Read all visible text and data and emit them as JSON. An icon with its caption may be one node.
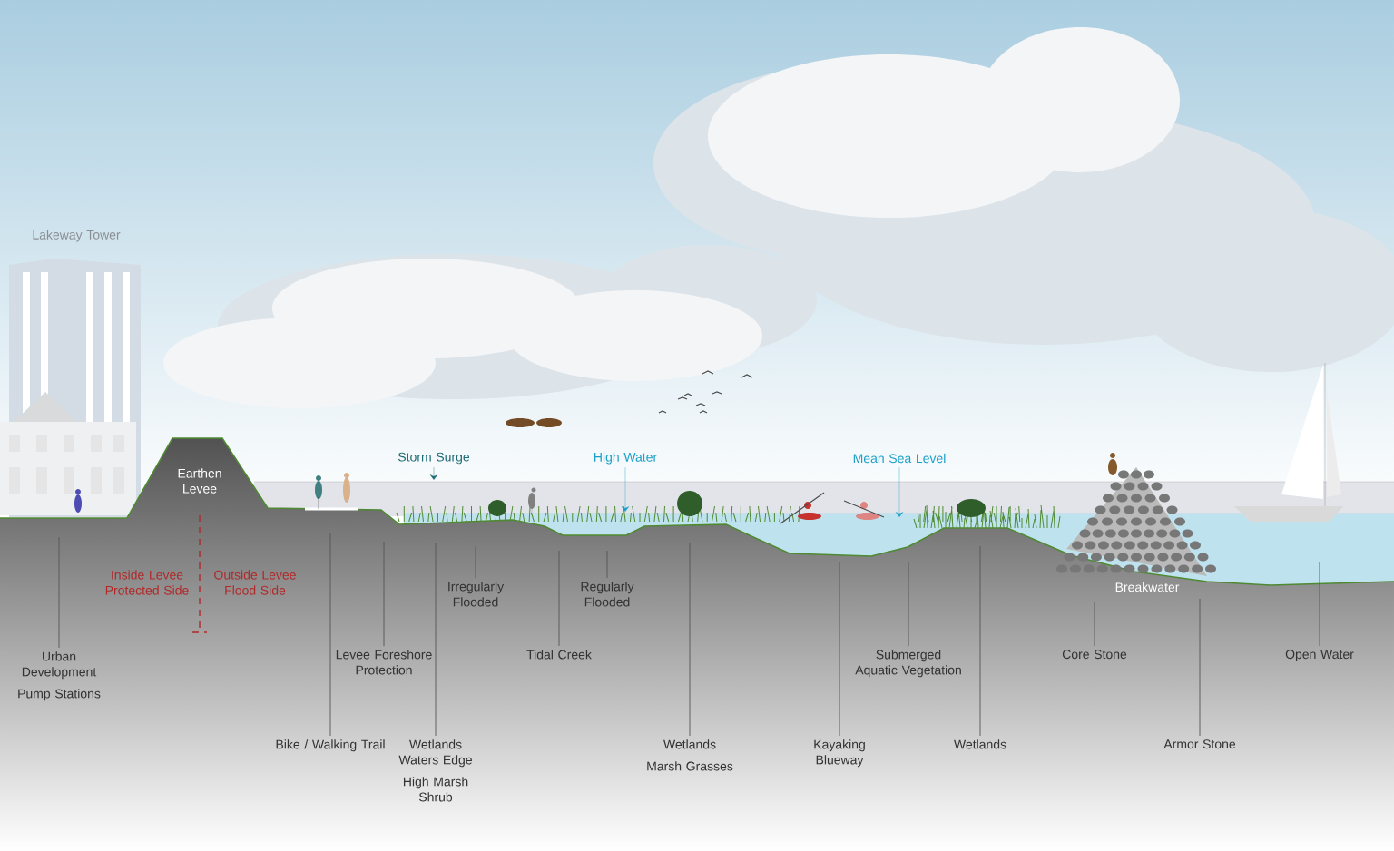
{
  "diagram": {
    "nodes": [
      {
        "text": [
          "Urban Development",
          "Pump Stations"
        ]
      },
      {
        "text": [
          "Bike / Walking Trail"
        ]
      },
      {
        "text": [
          "Levee Foreshore Protection"
        ]
      },
      {
        "text": [
          "Wetlands Waters Edge",
          "High Marsh Shrub"
        ]
      },
      {
        "text": [
          "Irregularly Flooded"
        ]
      },
      {
        "text": [
          "Tidal Creek"
        ]
      },
      {
        "text": [
          "Regularly Flooded"
        ]
      },
      {
        "text": [
          "Wetlands",
          "Marsh Grasses"
        ]
      },
      {
        "text": [
          "Kayaking Blueway"
        ]
      },
      {
        "text": [
          "Submerged Aquatic Vegetation"
        ]
      },
      {
        "text": [
          "Wetlands"
        ]
      },
      {
        "text": [
          "Core Stone"
        ]
      },
      {
        "text": [
          "Armor Stone"
        ]
      },
      {
        "text": [
          "Open Water"
        ]
      }
    ],
    "edges": [
      {
        "from": 0,
        "to": null,
        "arrow": "none"
      },
      {
        "from": 1,
        "to": null,
        "arrow": "none"
      },
      {
        "from": 2,
        "to": null,
        "arrow": "none"
      },
      {
        "from": 3,
        "to": null,
        "arrow": "none"
      },
      {
        "from": 4,
        "to": null,
        "arrow": "none"
      },
      {
        "from": 5,
        "to": null,
        "arrow": "none"
      },
      {
        "from": 6,
        "to": null,
        "arrow": "none"
      },
      {
        "from": 7,
        "to": null,
        "arrow": "none"
      },
      {
        "from": 8,
        "to": null,
        "arrow": "none"
      },
      {
        "from": 9,
        "to": null,
        "arrow": "none"
      },
      {
        "from": 10,
        "to": null,
        "arrow": "none"
      },
      {
        "from": 11,
        "to": null,
        "arrow": "none"
      },
      {
        "from": 12,
        "to": null,
        "arrow": "none"
      },
      {
        "from": 13,
        "to": null,
        "arrow": "none"
      }
    ],
    "labels": [
      "Lakeway Tower",
      "Storm Surge",
      "High Water",
      "Mean Sea Level",
      "Earthen Levee",
      "Inside Levee Protected Side",
      "Outside Levee Flood Side",
      "Breakwater"
    ]
  }
}
